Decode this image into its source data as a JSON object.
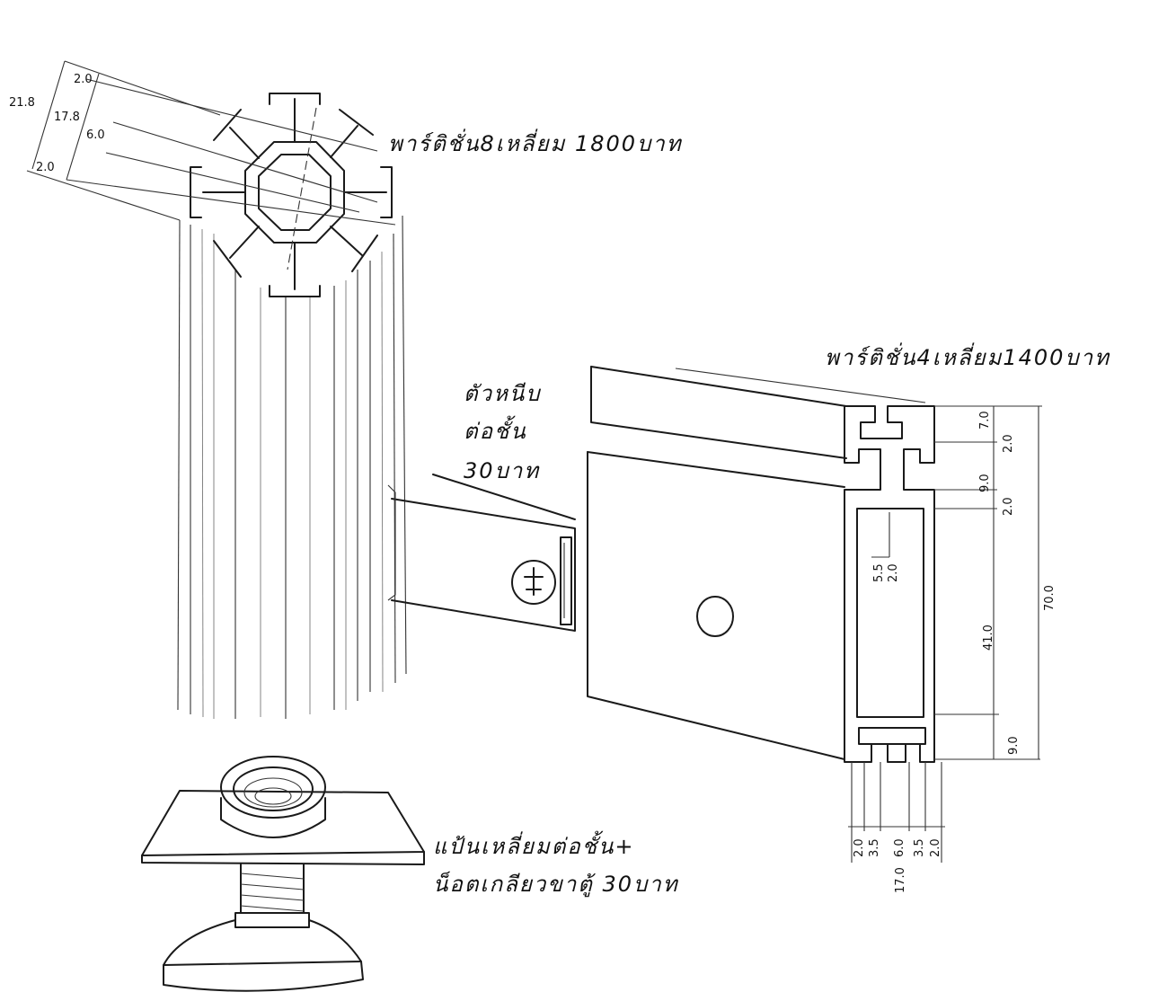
{
  "labels": {
    "octagon": "พาร์ติชั่น8เหลี่ยม 1800บาท",
    "four_side": "พาร์ติชั่น4เหลี่ยม1400บาท",
    "clip_line1": "ตัวหนีบ",
    "clip_line2": "ต่อชั้น",
    "clip_line3": "30บาท",
    "base_line1": "แป้นเหลี่ยมต่อชั้น+",
    "base_line2": "น็อตเกลียวขาตู้ 30บาท"
  },
  "dimensions": {
    "octagon": [
      "21.8",
      "2.0",
      "17.8",
      "6.0",
      "2.0"
    ],
    "four_side_right": [
      "7.0",
      "2.0",
      "9.0",
      "2.0",
      "70.0",
      "41.0",
      "9.0"
    ],
    "four_side_inner": [
      "5.5",
      "2.0"
    ],
    "four_side_bottom": [
      "2.0",
      "3.5",
      "6.0",
      "3.5",
      "2.0",
      "17.0"
    ]
  }
}
